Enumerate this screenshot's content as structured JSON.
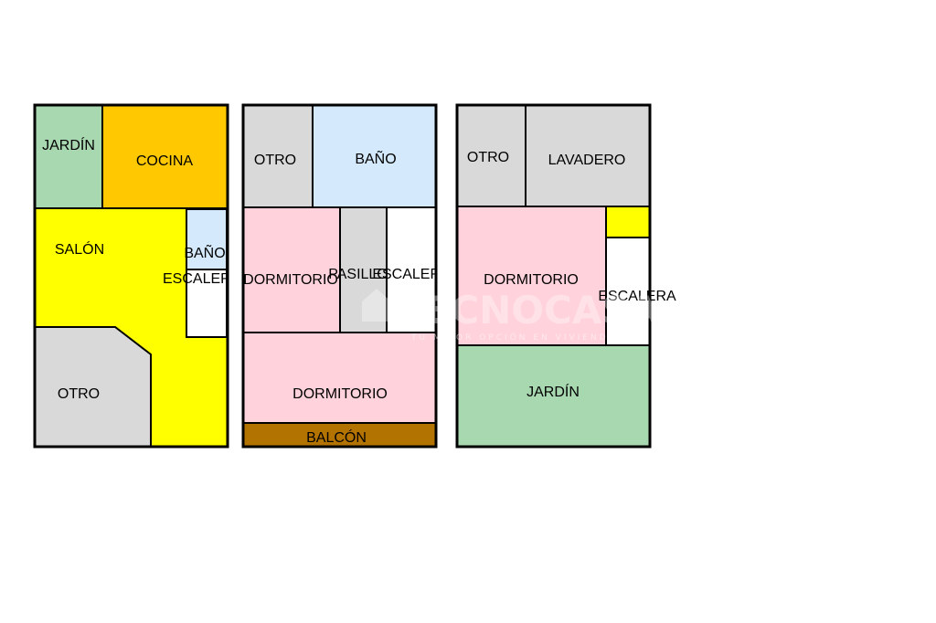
{
  "colors": {
    "garden": "#a8d8b0",
    "kitchen": "#ffc800",
    "living": "#ffff00",
    "bath": "#d4eafc",
    "other": "#d9d9d9",
    "bedroom": "#ffd2dc",
    "balcony": "#b37300",
    "stair": "#ffffff",
    "yellow_small": "#ffff00",
    "outline": "#000000"
  },
  "watermark": {
    "brand": "TECNOCASA",
    "tagline": "TU MEJOR OPCIÓN EN VIVIENDA"
  },
  "plans": {
    "ground_floor": {
      "rooms": [
        {
          "id": "jardin",
          "label": "JARDÍN"
        },
        {
          "id": "cocina",
          "label": "COCINA"
        },
        {
          "id": "salon",
          "label": "SALÓN"
        },
        {
          "id": "bano",
          "label": "BAÑO"
        },
        {
          "id": "escalera",
          "label": "ESCALERA"
        },
        {
          "id": "otro",
          "label": "OTRO"
        }
      ]
    },
    "first_floor": {
      "rooms": [
        {
          "id": "otro",
          "label": "OTRO"
        },
        {
          "id": "bano",
          "label": "BAÑO"
        },
        {
          "id": "dormitorio_1",
          "label": "DORMITORIO"
        },
        {
          "id": "pasillo",
          "label": "PASILLO"
        },
        {
          "id": "escalera",
          "label": "ESCALERA"
        },
        {
          "id": "dormitorio_2",
          "label": "DORMITORIO"
        },
        {
          "id": "balcon",
          "label": "BALCÓN"
        }
      ]
    },
    "second_floor": {
      "rooms": [
        {
          "id": "otro",
          "label": "OTRO"
        },
        {
          "id": "lavadero",
          "label": "LAVADERO"
        },
        {
          "id": "dormitorio",
          "label": "DORMITORIO"
        },
        {
          "id": "escalera",
          "label": "ESCALERA"
        },
        {
          "id": "jardin",
          "label": "JARDÍN"
        }
      ]
    }
  }
}
